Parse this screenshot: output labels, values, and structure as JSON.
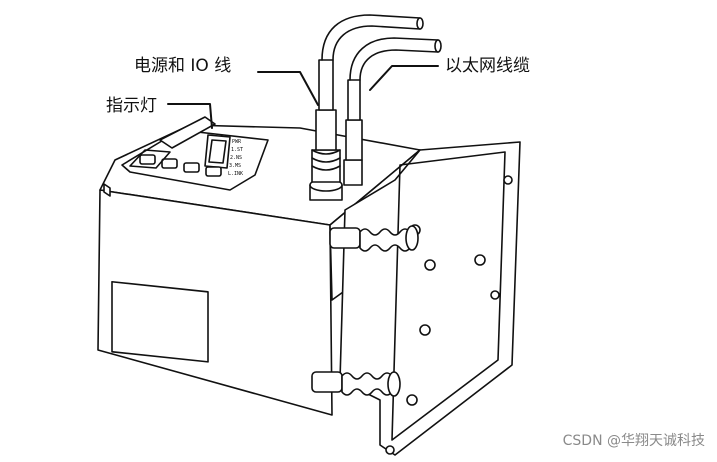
{
  "labels": {
    "power_io": "电源和 IO 线",
    "indicator": "指示灯",
    "ethernet": "以太网线缆"
  },
  "panel_text": [
    "PWR",
    "1.ST",
    "2.NS",
    "3.MS",
    "L.INK"
  ],
  "watermark": "CSDN @华翔天诚科技",
  "colors": {
    "line": "#111111",
    "background": "#ffffff",
    "watermark": "#8a8a8a"
  }
}
